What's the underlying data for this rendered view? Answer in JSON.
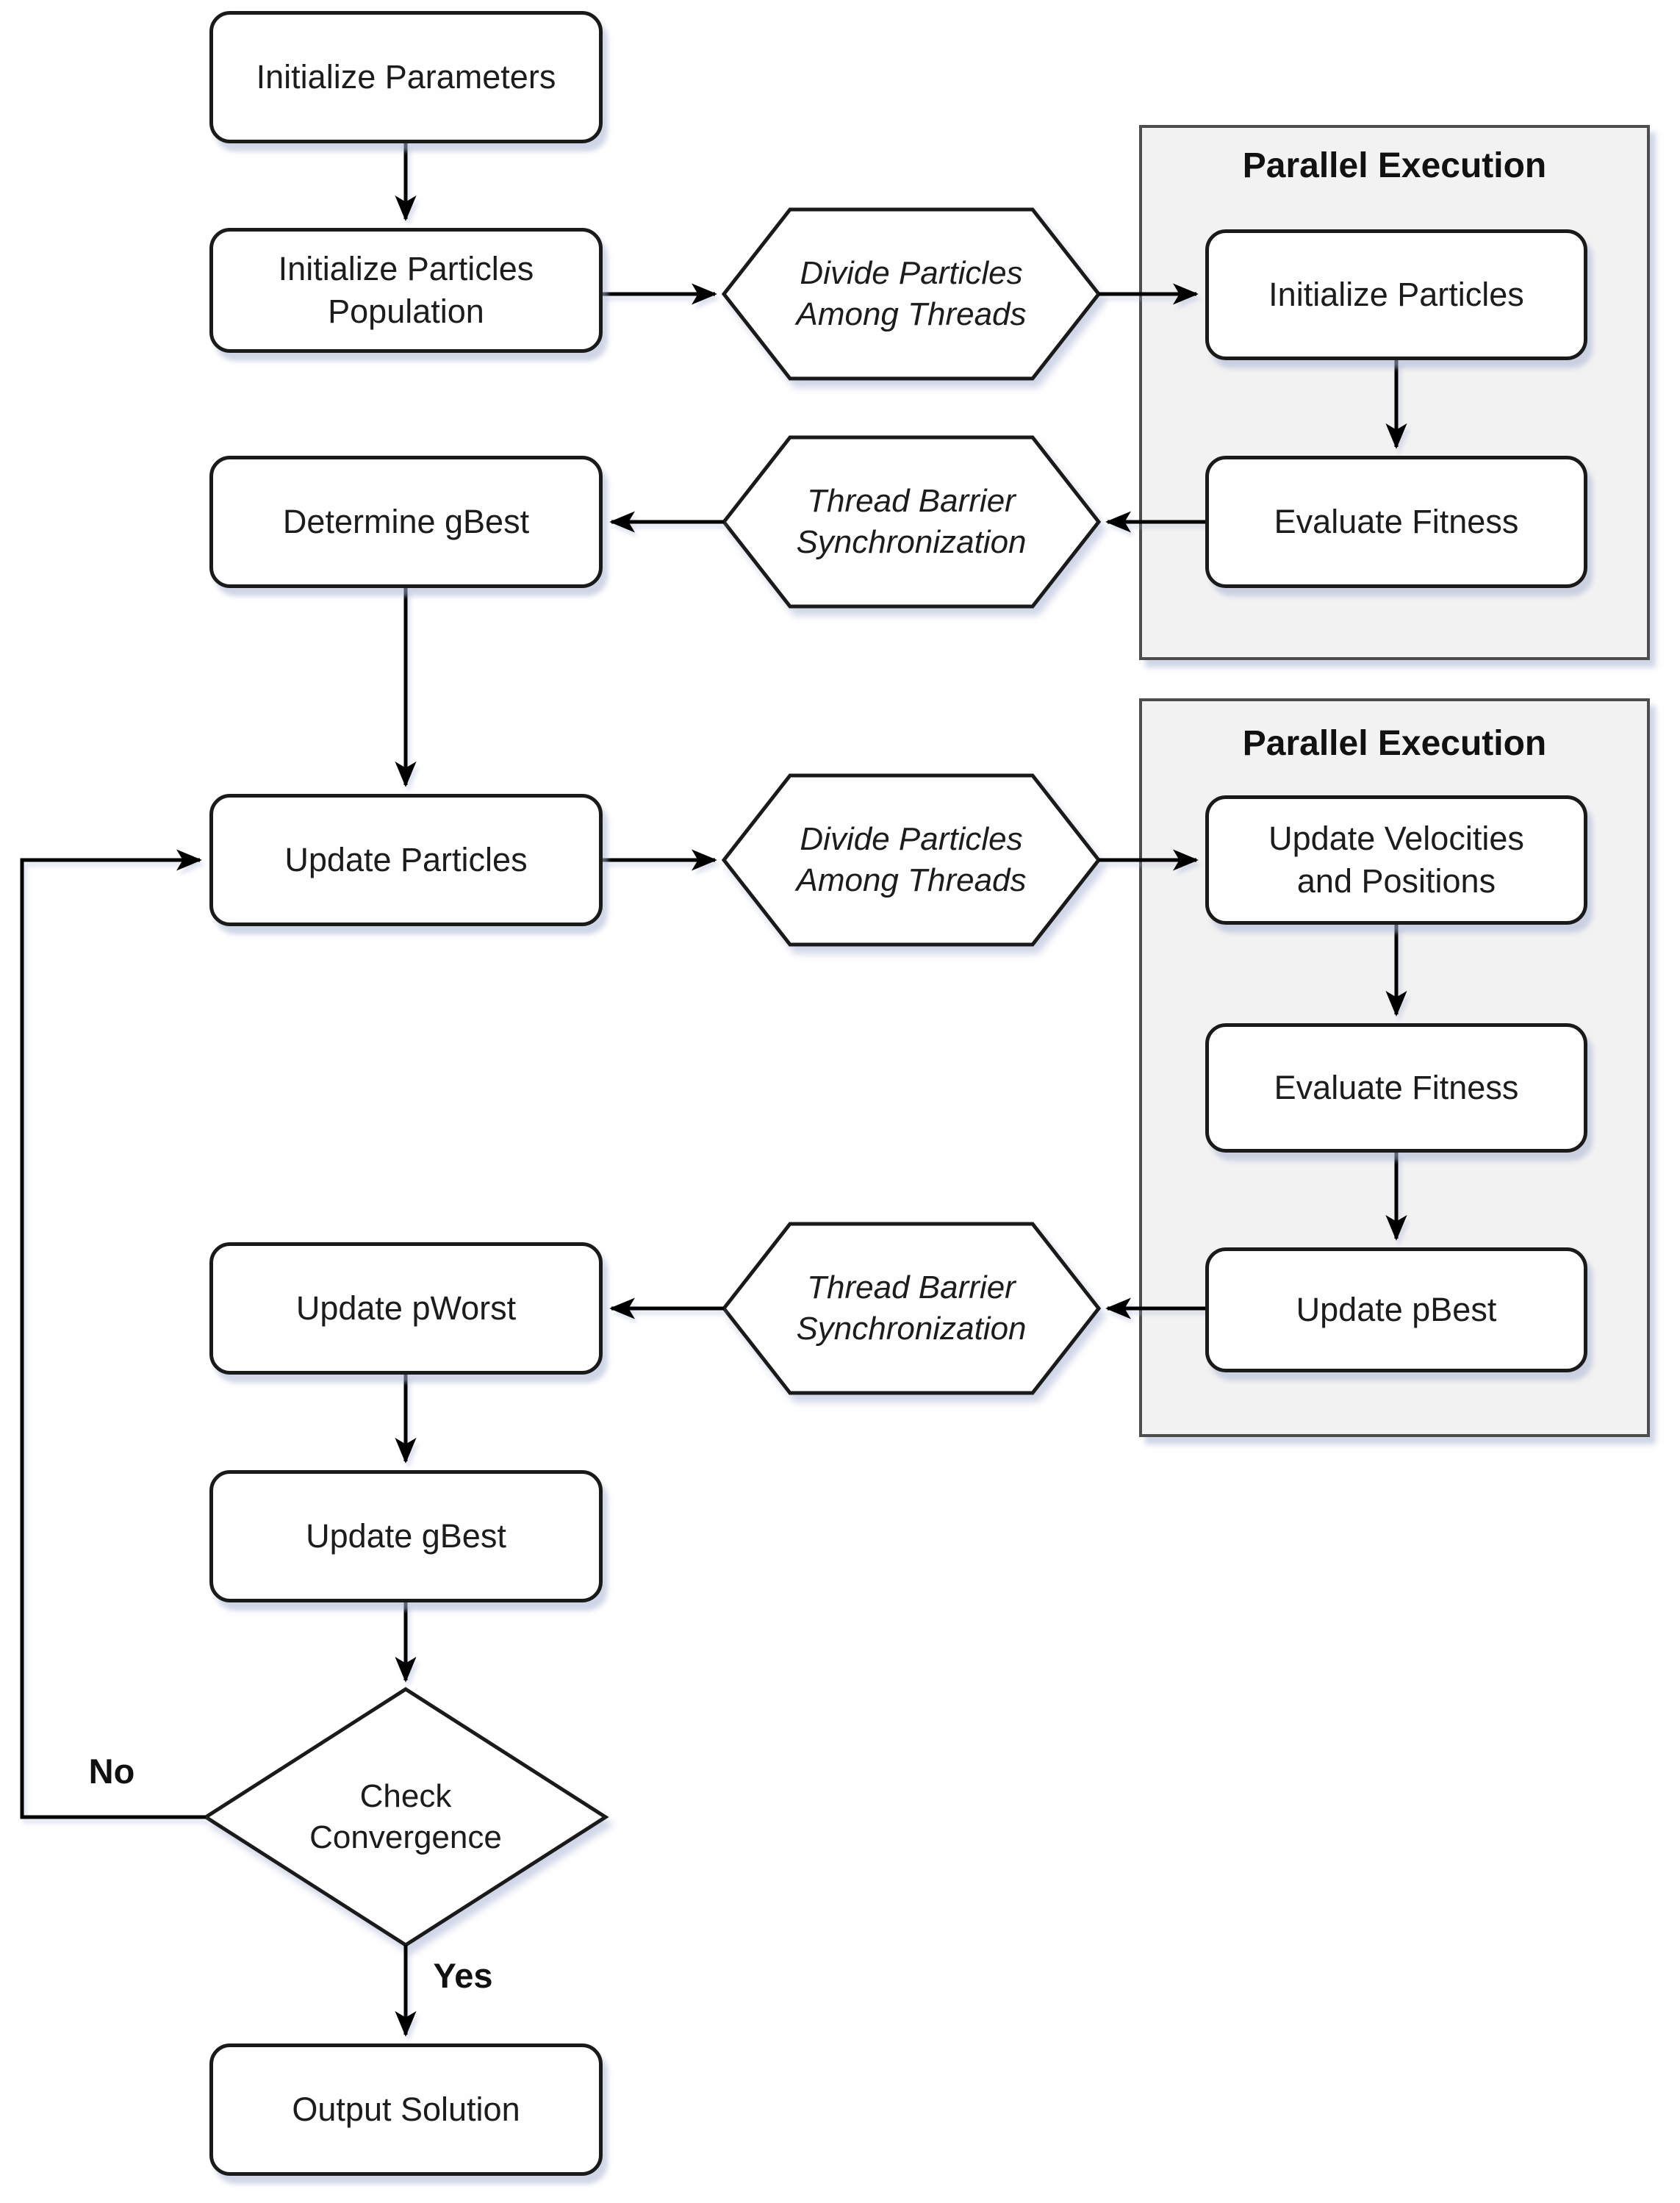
{
  "diagram": {
    "nodes": {
      "initialize_parameters": "Initialize Parameters",
      "initialize_particles_population": "Initialize Particles\nPopulation",
      "divide_particles_1": "Divide Particles\nAmong Threads",
      "initialize_particles": "Initialize Particles",
      "evaluate_fitness_1": "Evaluate Fitness",
      "thread_barrier_1": "Thread Barrier\nSynchronization",
      "determine_gbest": "Determine gBest",
      "update_particles": "Update Particles",
      "divide_particles_2": "Divide Particles\nAmong Threads",
      "update_velocities": "Update Velocities\nand Positions",
      "evaluate_fitness_2": "Evaluate Fitness",
      "update_pbest": "Update pBest",
      "thread_barrier_2": "Thread Barrier\nSynchronization",
      "update_pworst": "Update pWorst",
      "update_gbest": "Update gBest",
      "check_convergence": "Check\nConvergence",
      "output_solution": "Output Solution"
    },
    "regions": {
      "parallel_1": "Parallel Execution",
      "parallel_2": "Parallel Execution"
    },
    "edge_labels": {
      "no": "No",
      "yes": "Yes"
    },
    "colors": {
      "node_fill": "#fefefe",
      "node_border": "#1a1a1a",
      "region_fill": "#f2f2f2",
      "region_border": "#4d4d4d",
      "arrow": "#000000",
      "shadow": "#a8b4d4",
      "text": "#1c1c1c"
    }
  }
}
